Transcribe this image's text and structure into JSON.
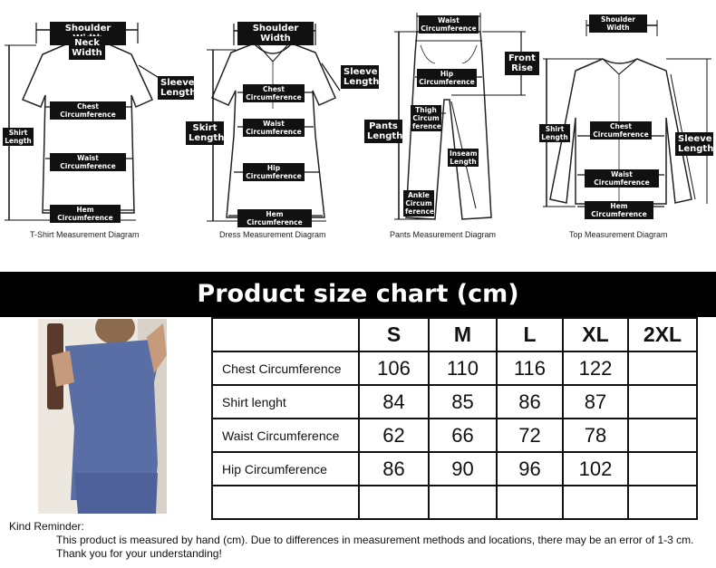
{
  "diagrams": {
    "tshirt": {
      "caption": "T-Shirt Measurement Diagram",
      "shoulder_width": "Shoulder Width",
      "neck_width": "Neck\nWidth",
      "sleeve_length": "Sleeve\nLength",
      "shirt_length": "Shirt\nLength",
      "chest": "Chest Circumference",
      "waist": "Waist Circumference",
      "hem": "Hem Circumference"
    },
    "dress": {
      "caption": "Dress Measurement Diagram",
      "shoulder_width": "Shoulder Width",
      "sleeve_length": "Sleeve\nLength",
      "skirt_length": "Skirt\nLength",
      "chest": "Chest\nCircumference",
      "waist": "Waist\nCircumference",
      "hip": "Hip\nCircumference",
      "hem": "Hem Circumference"
    },
    "pants": {
      "caption": "Pants Measurement Diagram",
      "waist": "Waist\nCircumference",
      "front_rise": "Front\nRise",
      "hip": "Hip\nCircumference",
      "pants_length": "Pants\nLength",
      "thigh": "Thigh\nCircum\nference",
      "inseam": "Inseam\nLength",
      "ankle": "Ankle\nCircum\nference"
    },
    "top": {
      "caption": "Top Measurement Diagram",
      "shoulder_width": "Shoulder\nWidth",
      "shirt_length": "Shirt\nLength",
      "chest": "Chest\nCircumference",
      "sleeve_length": "Sleeve\nLength",
      "waist": "Waist Circumference",
      "hem": "Hem Circumference"
    }
  },
  "banner": {
    "title": "Product size chart  (cm)"
  },
  "table": {
    "headers": [
      "",
      "S",
      "M",
      "L",
      "XL",
      "2XL"
    ],
    "rows": [
      [
        "Chest Circumference",
        "106",
        "110",
        "116",
        "122",
        ""
      ],
      [
        "Shirt lenght",
        "84",
        "85",
        "86",
        "87",
        ""
      ],
      [
        "Waist Circumference",
        "62",
        "66",
        "72",
        "78",
        ""
      ],
      [
        "Hip Circumference",
        "86",
        "90",
        "96",
        "102",
        ""
      ],
      [
        "",
        "",
        "",
        "",
        "",
        ""
      ]
    ]
  },
  "reminder": {
    "title": "Kind Reminder:",
    "body": "This product is measured by hand (cm). Due to differences in measurement methods and locations, there may be an error of 1-3 cm. Thank you for your understanding!"
  }
}
